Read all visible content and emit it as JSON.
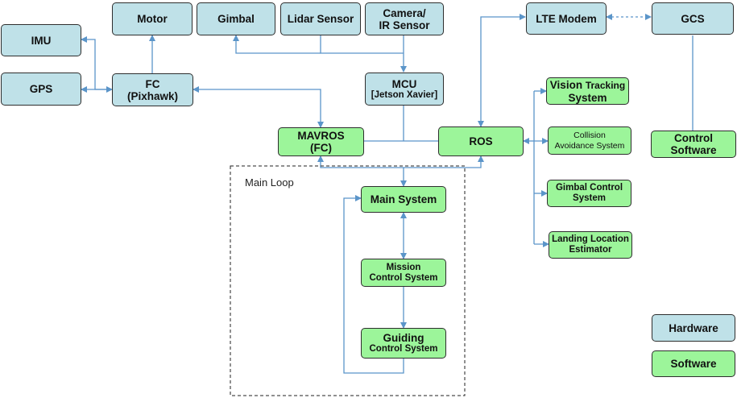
{
  "hardware": {
    "imu": "IMU",
    "gps": "GPS",
    "motor": "Motor",
    "fc": [
      "FC",
      "(Pixhawk)"
    ],
    "gimbal": "Gimbal",
    "lidar": "Lidar Sensor",
    "camera": [
      "Camera/",
      "IR Sensor"
    ],
    "mcu": [
      "MCU",
      "[Jetson Xavier]"
    ],
    "lte": "LTE Modem",
    "gcs": "GCS"
  },
  "software": {
    "mavros": [
      "MAVROS",
      "(FC)"
    ],
    "ros": "ROS",
    "vision": [
      "Vision",
      "Tracking",
      "System"
    ],
    "collision": [
      "Collision",
      "Avoidance System"
    ],
    "gimbal_control": [
      "Gimbal Control",
      "System"
    ],
    "landing": [
      "Landing Location",
      "Estimator"
    ],
    "control_software": [
      "Control",
      "Software"
    ],
    "main_system": "Main System",
    "mission": [
      "Mission",
      "Control System"
    ],
    "guiding": [
      "Guiding",
      "Control System"
    ]
  },
  "main_loop_label": "Main Loop",
  "legend": {
    "hardware": "Hardware",
    "software": "Software"
  },
  "colors": {
    "hardware_fill": "#bfe1e8",
    "software_fill": "#9cf59a",
    "connector": "#5b95c9",
    "border": "#2e2e2e"
  }
}
